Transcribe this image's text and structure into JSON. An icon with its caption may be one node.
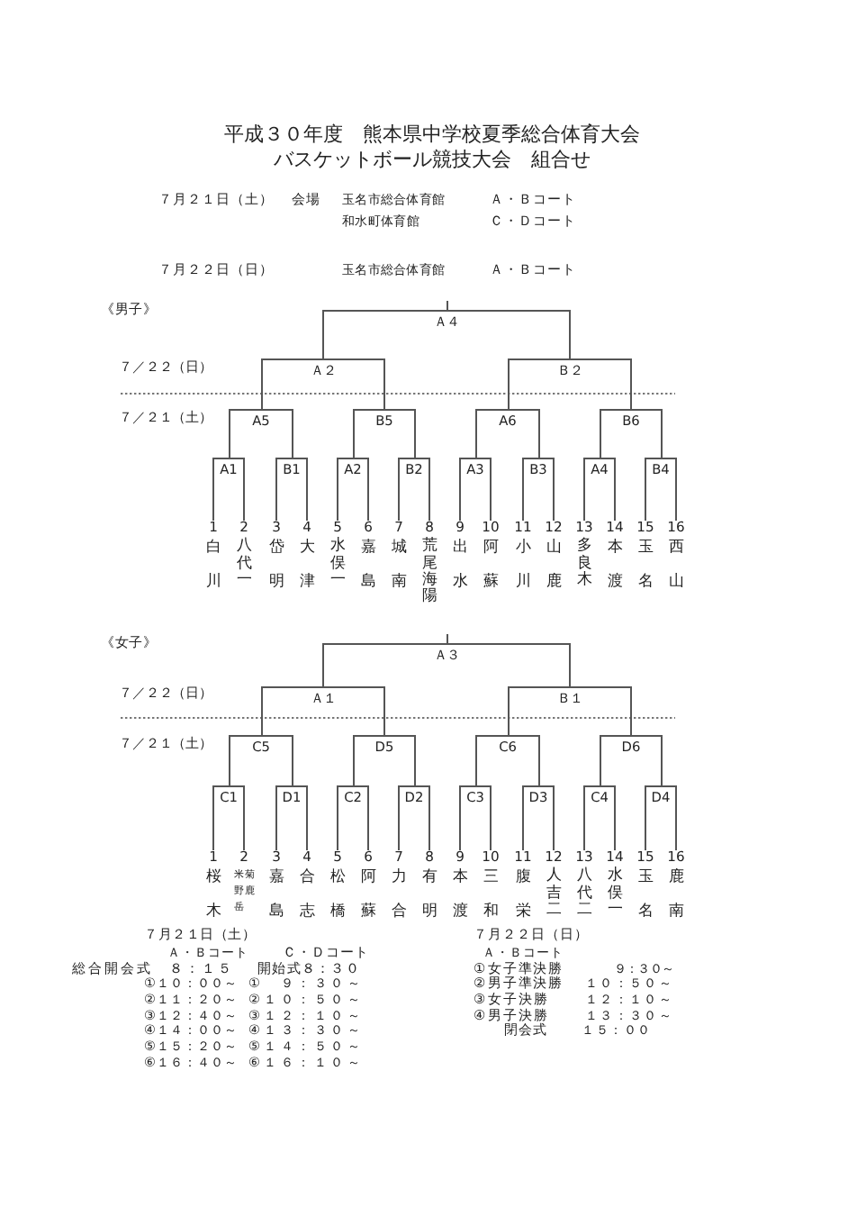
{
  "diagram": {
    "title": "平成３０年度　熊本県中学校夏季総合体育大会バスケットボール競技大会　組合せ",
    "nodes": [
      {
        "text": [
          "Ａ４"
        ]
      },
      {
        "text": [
          "Ａ２"
        ]
      },
      {
        "text": [
          "Ｂ２"
        ]
      },
      {
        "text": [
          "A5"
        ]
      },
      {
        "text": [
          "B5"
        ]
      },
      {
        "text": [
          "A6"
        ]
      },
      {
        "text": [
          "B6"
        ]
      },
      {
        "text": [
          "A1"
        ]
      },
      {
        "text": [
          "B1"
        ]
      },
      {
        "text": [
          "A2"
        ]
      },
      {
        "text": [
          "B2"
        ]
      },
      {
        "text": [
          "A3"
        ]
      },
      {
        "text": [
          "B3"
        ]
      },
      {
        "text": [
          "A4"
        ]
      },
      {
        "text": [
          "B4"
        ]
      },
      {
        "text": [
          "1",
          "白川"
        ]
      },
      {
        "text": [
          "2",
          "八代一"
        ]
      },
      {
        "text": [
          "3",
          "岱明"
        ]
      },
      {
        "text": [
          "4",
          "大津"
        ]
      },
      {
        "text": [
          "5",
          "水俣一"
        ]
      },
      {
        "text": [
          "6",
          "嘉島"
        ]
      },
      {
        "text": [
          "7",
          "城南"
        ]
      },
      {
        "text": [
          "8",
          "荒尾海陽"
        ]
      },
      {
        "text": [
          "9",
          "出水"
        ]
      },
      {
        "text": [
          "10",
          "阿蘇"
        ]
      },
      {
        "text": [
          "11",
          "小川"
        ]
      },
      {
        "text": [
          "12",
          "山鹿"
        ]
      },
      {
        "text": [
          "13",
          "多良木"
        ]
      },
      {
        "text": [
          "14",
          "本渡"
        ]
      },
      {
        "text": [
          "15",
          "玉名"
        ]
      },
      {
        "text": [
          "16",
          "西山"
        ]
      },
      {
        "text": [
          "Ａ３"
        ]
      },
      {
        "text": [
          "Ａ１"
        ]
      },
      {
        "text": [
          "Ｂ１"
        ]
      },
      {
        "text": [
          "C5"
        ]
      },
      {
        "text": [
          "D5"
        ]
      },
      {
        "text": [
          "C6"
        ]
      },
      {
        "text": [
          "D6"
        ]
      },
      {
        "text": [
          "C1"
        ]
      },
      {
        "text": [
          "D1"
        ]
      },
      {
        "text": [
          "C2"
        ]
      },
      {
        "text": [
          "D2"
        ]
      },
      {
        "text": [
          "C3"
        ]
      },
      {
        "text": [
          "D3"
        ]
      },
      {
        "text": [
          "C4"
        ]
      },
      {
        "text": [
          "D4"
        ]
      },
      {
        "text": [
          "1",
          "桜木"
        ]
      },
      {
        "text": [
          "2",
          "米野岳",
          "菊鹿"
        ]
      },
      {
        "text": [
          "3",
          "嘉島"
        ]
      },
      {
        "text": [
          "4",
          "合志"
        ]
      },
      {
        "text": [
          "5",
          "松橋"
        ]
      },
      {
        "text": [
          "6",
          "阿蘇"
        ]
      },
      {
        "text": [
          "7",
          "力合"
        ]
      },
      {
        "text": [
          "8",
          "有明"
        ]
      },
      {
        "text": [
          "9",
          "本渡"
        ]
      },
      {
        "text": [
          "10",
          "三和"
        ]
      },
      {
        "text": [
          "11",
          "腹栄"
        ]
      },
      {
        "text": [
          "12",
          "人吉二"
        ]
      },
      {
        "text": [
          "13",
          "八代二"
        ]
      },
      {
        "text": [
          "14",
          "水俣一"
        ]
      },
      {
        "text": [
          "15",
          "玉名"
        ]
      },
      {
        "text": [
          "16",
          "鹿南"
        ]
      }
    ],
    "edges": [
      {
        "from": 0,
        "to": null,
        "arrow": "none"
      },
      {
        "from": 1,
        "to": 0,
        "arrow": "none"
      },
      {
        "from": 2,
        "to": 0,
        "arrow": "none"
      },
      {
        "from": 3,
        "to": 1,
        "arrow": "none"
      },
      {
        "from": 4,
        "to": 1,
        "arrow": "none"
      },
      {
        "from": 5,
        "to": 2,
        "arrow": "none"
      },
      {
        "from": 6,
        "to": 2,
        "arrow": "none"
      },
      {
        "from": 7,
        "to": 3,
        "arrow": "none"
      },
      {
        "from": 8,
        "to": 3,
        "arrow": "none"
      },
      {
        "from": 9,
        "to": 4,
        "arrow": "none"
      },
      {
        "from": 10,
        "to": 4,
        "arrow": "none"
      },
      {
        "from": 11,
        "to": 5,
        "arrow": "none"
      },
      {
        "from": 12,
        "to": 5,
        "arrow": "none"
      },
      {
        "from": 13,
        "to": 6,
        "arrow": "none"
      },
      {
        "from": 14,
        "to": 6,
        "arrow": "none"
      },
      {
        "from": 15,
        "to": 7,
        "arrow": "none"
      },
      {
        "from": 16,
        "to": 7,
        "arrow": "none"
      },
      {
        "from": 17,
        "to": 8,
        "arrow": "none"
      },
      {
        "from": 18,
        "to": 8,
        "arrow": "none"
      },
      {
        "from": 19,
        "to": 9,
        "arrow": "none"
      },
      {
        "from": 20,
        "to": 9,
        "arrow": "none"
      },
      {
        "from": 21,
        "to": 10,
        "arrow": "none"
      },
      {
        "from": 22,
        "to": 10,
        "arrow": "none"
      },
      {
        "from": 23,
        "to": 11,
        "arrow": "none"
      },
      {
        "from": 24,
        "to": 11,
        "arrow": "none"
      },
      {
        "from": 25,
        "to": 12,
        "arrow": "none"
      },
      {
        "from": 26,
        "to": 12,
        "arrow": "none"
      },
      {
        "from": 27,
        "to": 13,
        "arrow": "none"
      },
      {
        "from": 28,
        "to": 13,
        "arrow": "none"
      },
      {
        "from": 29,
        "to": 14,
        "arrow": "none"
      },
      {
        "from": 30,
        "to": 14,
        "arrow": "none"
      },
      {
        "from": 31,
        "to": null,
        "arrow": "none"
      },
      {
        "from": 32,
        "to": 31,
        "arrow": "none"
      },
      {
        "from": 33,
        "to": 31,
        "arrow": "none"
      },
      {
        "from": 34,
        "to": 32,
        "arrow": "none"
      },
      {
        "from": 35,
        "to": 32,
        "arrow": "none"
      },
      {
        "from": 36,
        "to": 33,
        "arrow": "none"
      },
      {
        "from": 37,
        "to": 33,
        "arrow": "none"
      },
      {
        "from": 38,
        "to": 34,
        "arrow": "none"
      },
      {
        "from": 39,
        "to": 34,
        "arrow": "none"
      },
      {
        "from": 40,
        "to": 35,
        "arrow": "none"
      },
      {
        "from": 41,
        "to": 35,
        "arrow": "none"
      },
      {
        "from": 42,
        "to": 36,
        "arrow": "none"
      },
      {
        "from": 43,
        "to": 36,
        "arrow": "none"
      },
      {
        "from": 44,
        "to": 37,
        "arrow": "none"
      },
      {
        "from": 45,
        "to": 37,
        "arrow": "none"
      },
      {
        "from": 46,
        "to": 38,
        "arrow": "none"
      },
      {
        "from": 47,
        "to": 38,
        "arrow": "none"
      },
      {
        "from": 48,
        "to": 39,
        "arrow": "none"
      },
      {
        "from": 49,
        "to": 39,
        "arrow": "none"
      },
      {
        "from": 50,
        "to": 40,
        "arrow": "none"
      },
      {
        "from": 51,
        "to": 40,
        "arrow": "none"
      },
      {
        "from": 52,
        "to": 41,
        "arrow": "none"
      },
      {
        "from": 53,
        "to": 41,
        "arrow": "none"
      },
      {
        "from": 54,
        "to": 42,
        "arrow": "none"
      },
      {
        "from": 55,
        "to": 42,
        "arrow": "none"
      },
      {
        "from": 56,
        "to": 43,
        "arrow": "none"
      },
      {
        "from": 57,
        "to": 43,
        "arrow": "none"
      },
      {
        "from": 58,
        "to": 44,
        "arrow": "none"
      },
      {
        "from": 59,
        "to": 44,
        "arrow": "none"
      },
      {
        "from": 60,
        "to": 45,
        "arrow": "none"
      },
      {
        "from": 61,
        "to": 45,
        "arrow": "none"
      }
    ],
    "labels": [
      "７月２１日（土）",
      "会場",
      "玉名市総合体育館",
      "Ａ・Ｂコート",
      "和水町体育館",
      "Ｃ・Ｄコート",
      "７月２２日（日）",
      "玉名市総合体育館",
      "Ａ・Ｂコート",
      "《男子》",
      "７／２２（日）",
      "７／２１（土）",
      "《女子》",
      "７／２２（日）",
      "７／２１（土）",
      "７月２１日（土）",
      "Ａ・Ｂコート",
      "Ｃ・Ｄコート",
      "総合開会式　８：１５",
      "開始式８：３０",
      "①１０：００～",
      "①　９：３０～",
      "②１１：２０～",
      "②１０：５０～",
      "③１２：４０～",
      "③１２：１０～",
      "④１４：００～",
      "④１３：３０～",
      "⑤１５：２０～",
      "⑤１４：５０～",
      "⑥１６：４０～",
      "⑥１６：１０～",
      "７月２２日（日）",
      "Ａ・Ｂコート",
      "①女子準決勝",
      "９：３０～",
      "②男子準決勝",
      "１０：５０～",
      "③女子決勝",
      "１２：１０～",
      "④男子決勝",
      "１３：３０～",
      "閉会式",
      "１５：００"
    ]
  }
}
